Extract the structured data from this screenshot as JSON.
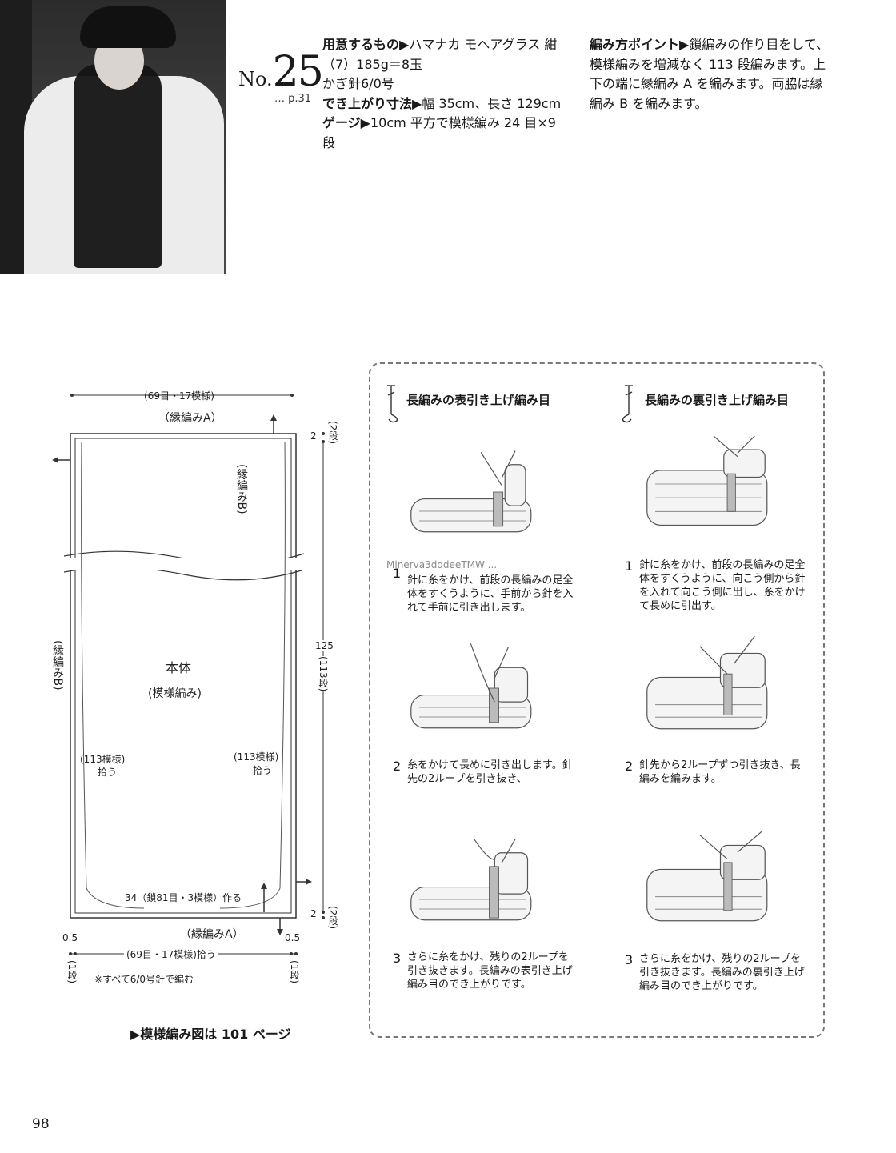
{
  "header": {
    "no_prefix": "No.",
    "no_number": "25",
    "page_ref": "… p.31",
    "materials": [
      {
        "label": "用意するもの▶",
        "text": "ハマナカ モヘアグラス 紺（7）185g＝8玉"
      },
      {
        "label": "",
        "text": "かぎ針6/0号"
      },
      {
        "label": "でき上がり寸法▶",
        "text": "幅 35cm、長さ 129cm"
      },
      {
        "label": "ゲージ▶",
        "text": "10cm 平方で模様編み 24 目×9 段"
      }
    ],
    "points_label": "編み方ポイント▶",
    "points_text": "鎖編みの作り目をして、模様編みを増減なく 113 段編みます。上下の端に縁編み A を編みます。両脇は縁編み B を編みます。"
  },
  "schematic": {
    "top_width": "(69目・17模様)",
    "top_edge": "（縁編みA）",
    "side_edge_right": "(縁編みB)",
    "side_edge_left": "(縁編みB)",
    "body_title": "本体",
    "body_sub": "(模様編み)",
    "pick_left_1": "(113模様)",
    "pick_left_2": "拾う",
    "pick_right_1": "(113模様)",
    "pick_right_2": "拾う",
    "cast_on": "34（鎖81目・3模様）作る",
    "bottom_edge": "（縁編みA）",
    "bottom_width": "(69目・17模様)拾う",
    "top_rows_n": "2",
    "top_rows": "(2段)",
    "length": "125",
    "length_rows": "(113段)",
    "bottom_rows_n": "2",
    "bottom_rows": "(2段)",
    "left_side_w": "0.5",
    "left_side_rows": "(1段)",
    "right_side_w": "0.5",
    "right_side_rows": "(1段)",
    "note": "※すべて6/0号針で編む"
  },
  "steps": {
    "left_title": "長編みの表引き上げ編み目",
    "right_title": "長編みの裏引き上げ編み目",
    "left": [
      {
        "n": "1",
        "text": "針に糸をかけ、前段の長編みの足全体をすくうように、手前から針を入れて手前に引き出します。"
      },
      {
        "n": "2",
        "text": "糸をかけて長めに引き出します。針先の2ループを引き抜き、"
      },
      {
        "n": "3",
        "text": "さらに糸をかけ、残りの2ループを引き抜きます。長編みの表引き上げ編み目のでき上がりです。"
      }
    ],
    "right": [
      {
        "n": "1",
        "text": "針に糸をかけ、前段の長編みの足全体をすくうように、向こう側から針を入れて向こう側に出し、糸をかけて長めに引出す。"
      },
      {
        "n": "2",
        "text": "針先から2ループずつ引き抜き、長編みを編みます。"
      },
      {
        "n": "3",
        "text": "さらに糸をかけ、残りの2ループを引き抜きます。長編みの裏引き上げ編み目のでき上がりです。"
      }
    ],
    "watermark": "Minerva3dddeeTMW ..."
  },
  "footer": {
    "link": "▶模様編み図は 101 ページ",
    "page_number": "98"
  }
}
